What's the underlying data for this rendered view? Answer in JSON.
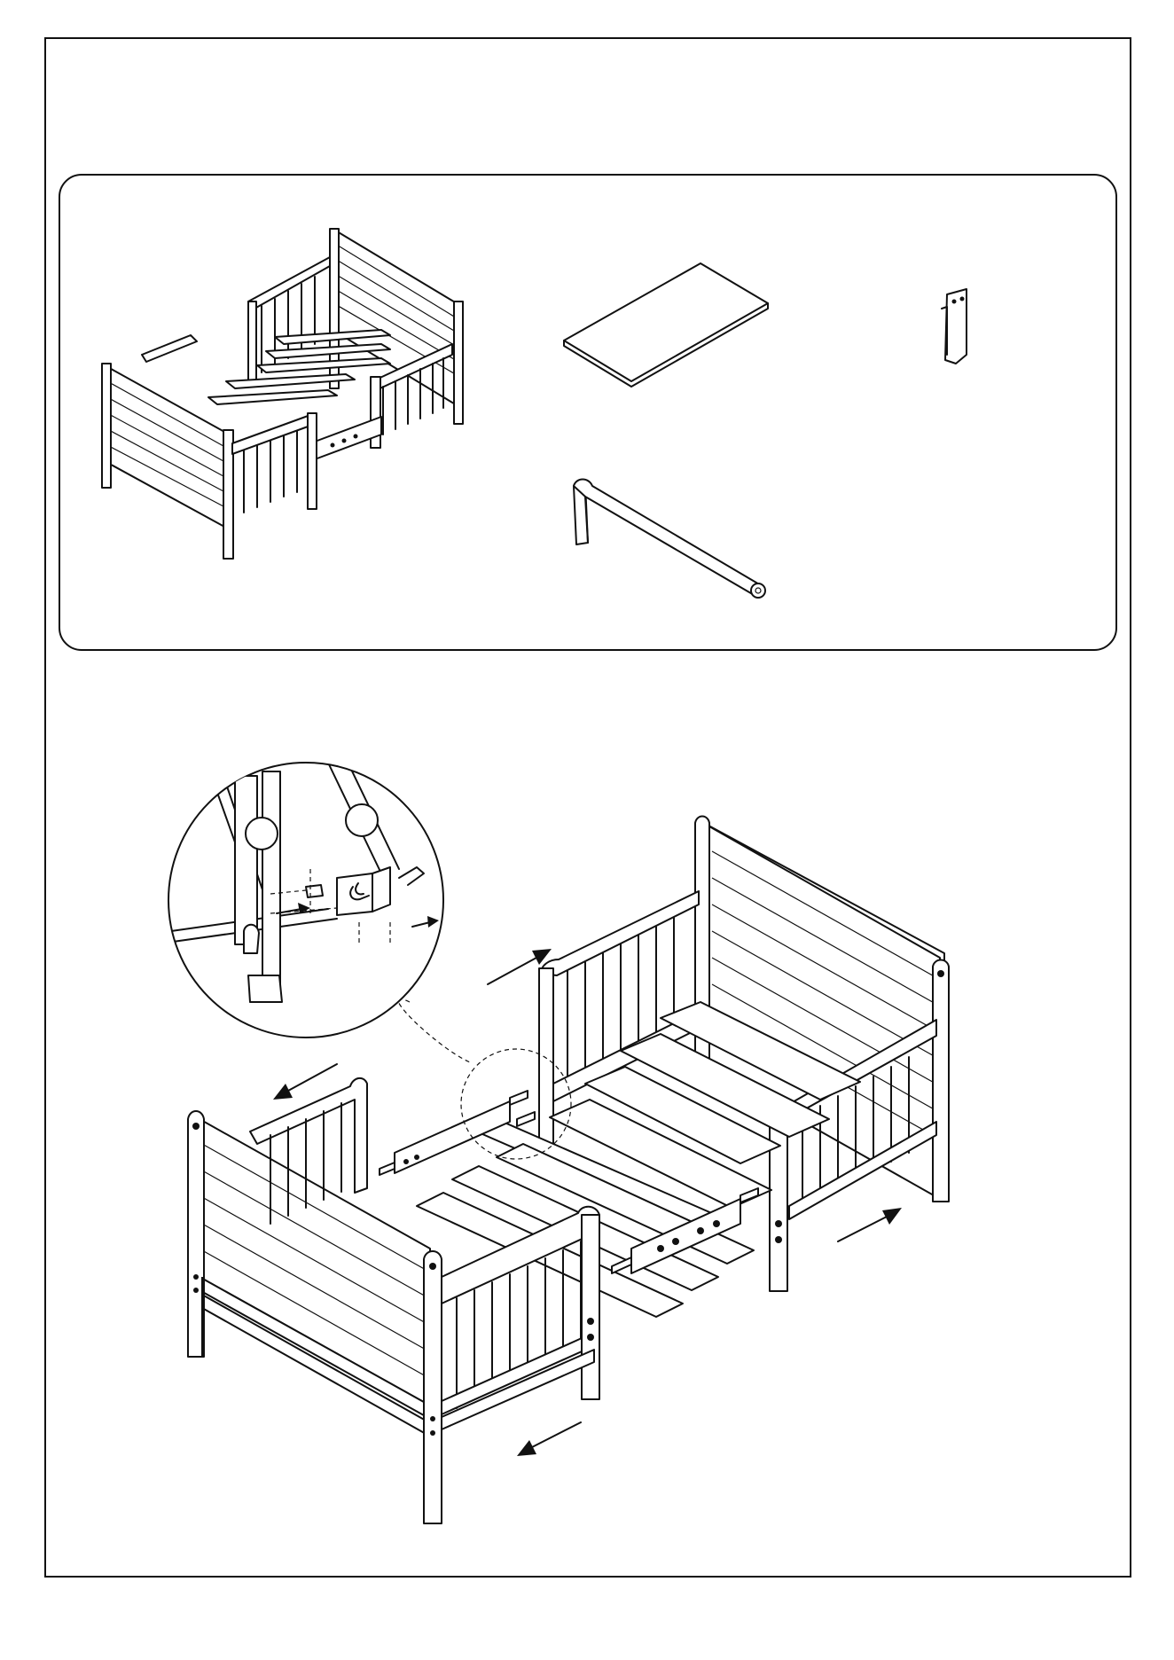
{
  "document": {
    "type": "assembly-instructions",
    "sections": [
      {
        "name": "parts-overview",
        "items": [
          "toddler-bed-frame",
          "mattress-board",
          "guard-rail",
          "bracket"
        ]
      },
      {
        "name": "assembly-step",
        "items": [
          "headboard",
          "footboard",
          "side-rails",
          "slats",
          "detail-callout"
        ]
      }
    ],
    "callout_markers": [
      "",
      ""
    ],
    "accent_color": "#111111"
  }
}
